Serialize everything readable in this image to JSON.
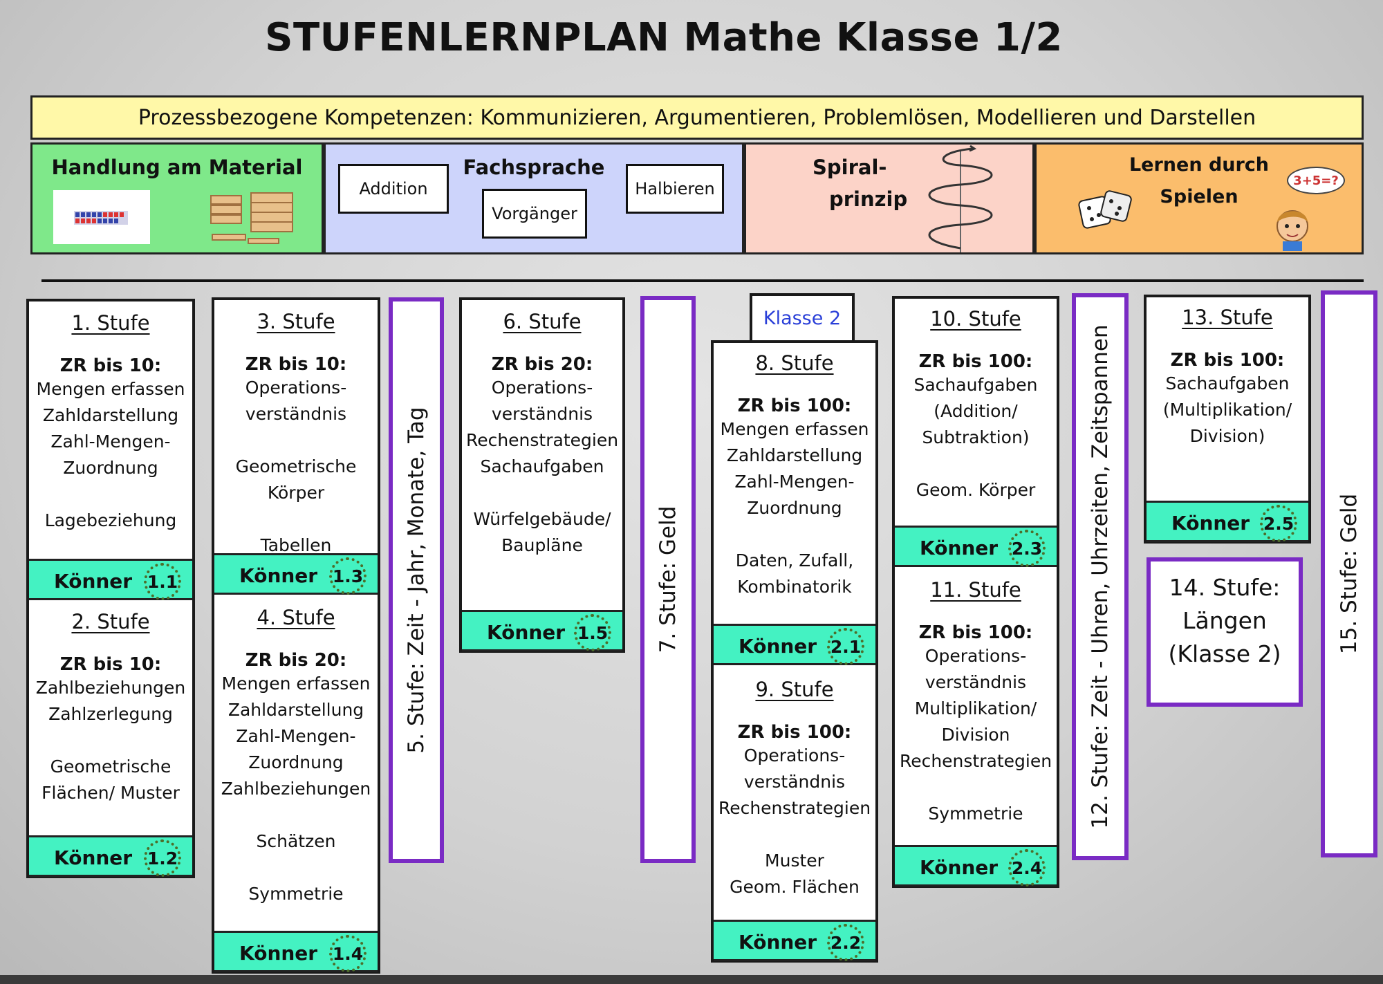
{
  "title": "STUFENLERNPLAN Mathe Klasse 1/2",
  "banner": "Prozessbezogene Kompetenzen: Kommunizieren, Argumentieren, Problemlösen, Modellieren und Darstellen",
  "panels": {
    "handlung": {
      "title": "Handlung am Material"
    },
    "fachsprache": {
      "title": "Fachsprache",
      "words": [
        "Addition",
        "Vorgänger",
        "Halbieren"
      ]
    },
    "spiral": {
      "title_line1": "Spiral-",
      "title_line2": "prinzip"
    },
    "spielen": {
      "title_line1": "Lernen durch",
      "title_line2": "Spielen",
      "bubble": "3+5=?"
    }
  },
  "konner_label": "Könner",
  "klasse2_tag": "Klasse 2",
  "stufen": {
    "s1": {
      "title": "1. Stufe",
      "zr": "ZR bis 10:",
      "lines": [
        "Mengen erfassen",
        "Zahldarstellung",
        "Zahl-Mengen-",
        "Zuordnung",
        "",
        "Lagebeziehung"
      ],
      "badge": "1.1"
    },
    "s2": {
      "title": "2. Stufe",
      "zr": "ZR bis 10:",
      "lines": [
        "Zahlbeziehungen",
        "Zahlzerlegung",
        "",
        "Geometrische",
        "Flächen/ Muster"
      ],
      "badge": "1.2"
    },
    "s3": {
      "title": "3. Stufe",
      "zr": "ZR bis 10:",
      "lines": [
        "Operations-",
        "verständnis",
        "",
        "Geometrische Körper",
        "",
        "Tabellen"
      ],
      "badge": "1.3"
    },
    "s4": {
      "title": "4. Stufe",
      "zr": "ZR bis 20:",
      "lines": [
        "Mengen erfassen",
        "Zahldarstellung",
        "Zahl-Mengen-",
        "Zuordnung",
        "Zahlbeziehungen",
        "",
        "Schätzen",
        "",
        "Symmetrie"
      ],
      "badge": "1.4"
    },
    "s5": {
      "title": "5. Stufe: Zeit - Jahr, Monate, Tag"
    },
    "s6": {
      "title": "6. Stufe",
      "zr": "ZR bis 20:",
      "lines": [
        "Operations-",
        "verständnis",
        "Rechenstrategien",
        "Sachaufgaben",
        "",
        "Würfelgebäude/",
        "Baupläne"
      ],
      "badge": "1.5"
    },
    "s7": {
      "title": "7. Stufe: Geld"
    },
    "s8": {
      "title": "8. Stufe",
      "zr": "ZR bis 100:",
      "lines": [
        "Mengen erfassen",
        "Zahldarstellung",
        "Zahl-Mengen-",
        "Zuordnung",
        "",
        "Daten, Zufall,",
        "Kombinatorik"
      ],
      "badge": "2.1"
    },
    "s9": {
      "title": "9. Stufe",
      "zr": "ZR bis 100:",
      "lines": [
        "Operations-",
        "verständnis",
        "Rechenstrategien",
        "",
        "Muster",
        "Geom. Flächen"
      ],
      "badge": "2.2"
    },
    "s10": {
      "title": "10. Stufe",
      "zr": "ZR bis 100:",
      "lines": [
        "Sachaufgaben",
        "(Addition/",
        "Subtraktion)",
        "",
        "Geom. Körper"
      ],
      "badge": "2.3"
    },
    "s11": {
      "title": "11. Stufe",
      "zr": "ZR bis 100:",
      "lines": [
        "Operations-",
        "verständnis",
        "Multiplikation/",
        "Division",
        "Rechenstrategien",
        "",
        "Symmetrie"
      ],
      "badge": "2.4"
    },
    "s12": {
      "title": "12. Stufe: Zeit - Uhren, Uhrzeiten, Zeitspannen"
    },
    "s13": {
      "title": "13. Stufe",
      "zr": "ZR bis 100:",
      "lines": [
        "Sachaufgaben",
        "(Multiplikation/",
        "Division)"
      ],
      "badge": "2.5"
    },
    "s14": {
      "lines": [
        "14. Stufe:",
        "Längen",
        "(Klasse 2)"
      ]
    },
    "s15": {
      "title": "15. Stufe: Geld"
    }
  }
}
